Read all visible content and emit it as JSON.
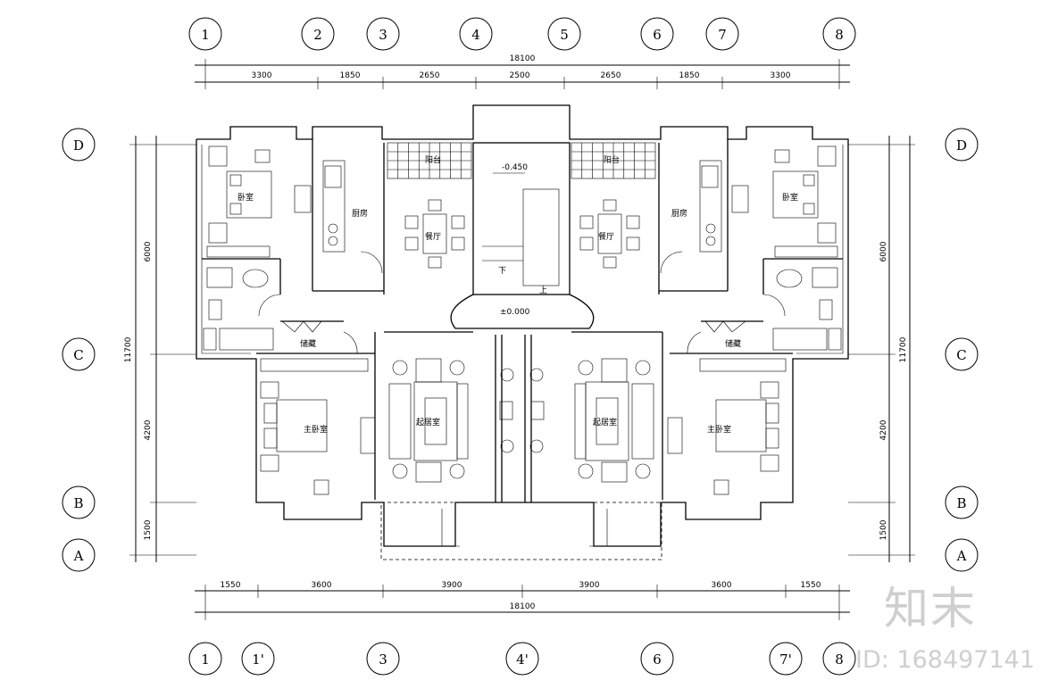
{
  "axes": {
    "top": [
      "1",
      "2",
      "3",
      "4",
      "5",
      "6",
      "7",
      "8"
    ],
    "bottom": [
      "1",
      "1'",
      "3",
      "4'",
      "6",
      "7'",
      "8"
    ],
    "left": [
      "D",
      "C",
      "B",
      "A"
    ],
    "right": [
      "D",
      "C",
      "B",
      "A"
    ]
  },
  "dims": {
    "top_total": "18100",
    "top_segments": [
      "3300",
      "1850",
      "2650",
      "2500",
      "2650",
      "1850",
      "3300"
    ],
    "bottom_segments": [
      "1550",
      "3600",
      "3900",
      "3900",
      "3600",
      "1550"
    ],
    "bottom_total": "18100",
    "left_segments": [
      "6000",
      "4200",
      "1500"
    ],
    "left_total": "11700",
    "right_segments": [
      "6000",
      "4200",
      "1500"
    ],
    "right_total": "11700"
  },
  "rooms": {
    "bedroom": "卧室",
    "kitchen": "厨房",
    "dining": "餐厅",
    "balcony": "阳台",
    "storage": "储藏",
    "master_bedroom": "主卧室",
    "living": "起居室"
  },
  "levels": {
    "upper": "-0.450",
    "lower": "±0.000",
    "down": "下",
    "up": "上"
  },
  "watermark": {
    "logo": "知末",
    "id": "ID: 168497141"
  }
}
